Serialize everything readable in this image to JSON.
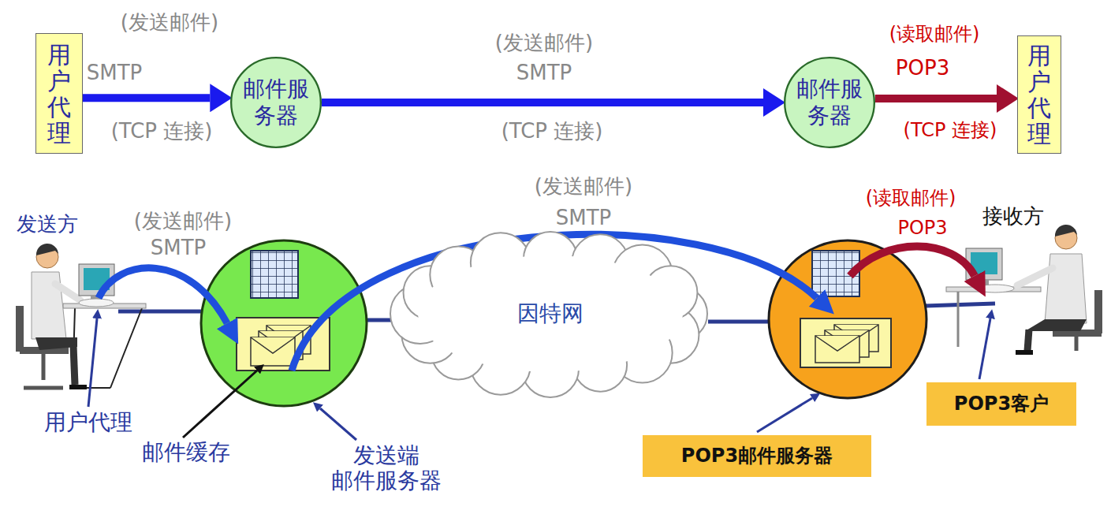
{
  "diagram": {
    "nodes": [
      {
        "text": [
          "用户代理"
        ]
      },
      {
        "text": [
          "邮件服务器"
        ]
      },
      {
        "text": [
          "邮件服务器"
        ]
      },
      {
        "text": [
          "用户代理"
        ]
      },
      {
        "text": [
          "因特网"
        ]
      },
      {
        "text": [
          "POP3客户"
        ]
      },
      {
        "text": [
          "POP3邮件服务器"
        ]
      }
    ],
    "edges": [
      {
        "from": 0,
        "to": 1,
        "arrow": "to",
        "label": "SMTP"
      },
      {
        "from": 1,
        "to": 2,
        "arrow": "to",
        "label": "SMTP"
      },
      {
        "from": 2,
        "to": 3,
        "arrow": "to",
        "label": "POP3"
      }
    ],
    "labels": [
      "(发送邮件)",
      "(TCP 连接)",
      "(发送邮件)",
      "(TCP 连接)",
      "(读取邮件)",
      "(TCP 连接)",
      "发送方",
      "(发送邮件)",
      "SMTP",
      "(发送邮件)",
      "SMTP",
      "(读取邮件)",
      "POP3",
      "接收方",
      "用户代理",
      "邮件缓存",
      "发送端 邮件服务器"
    ]
  }
}
